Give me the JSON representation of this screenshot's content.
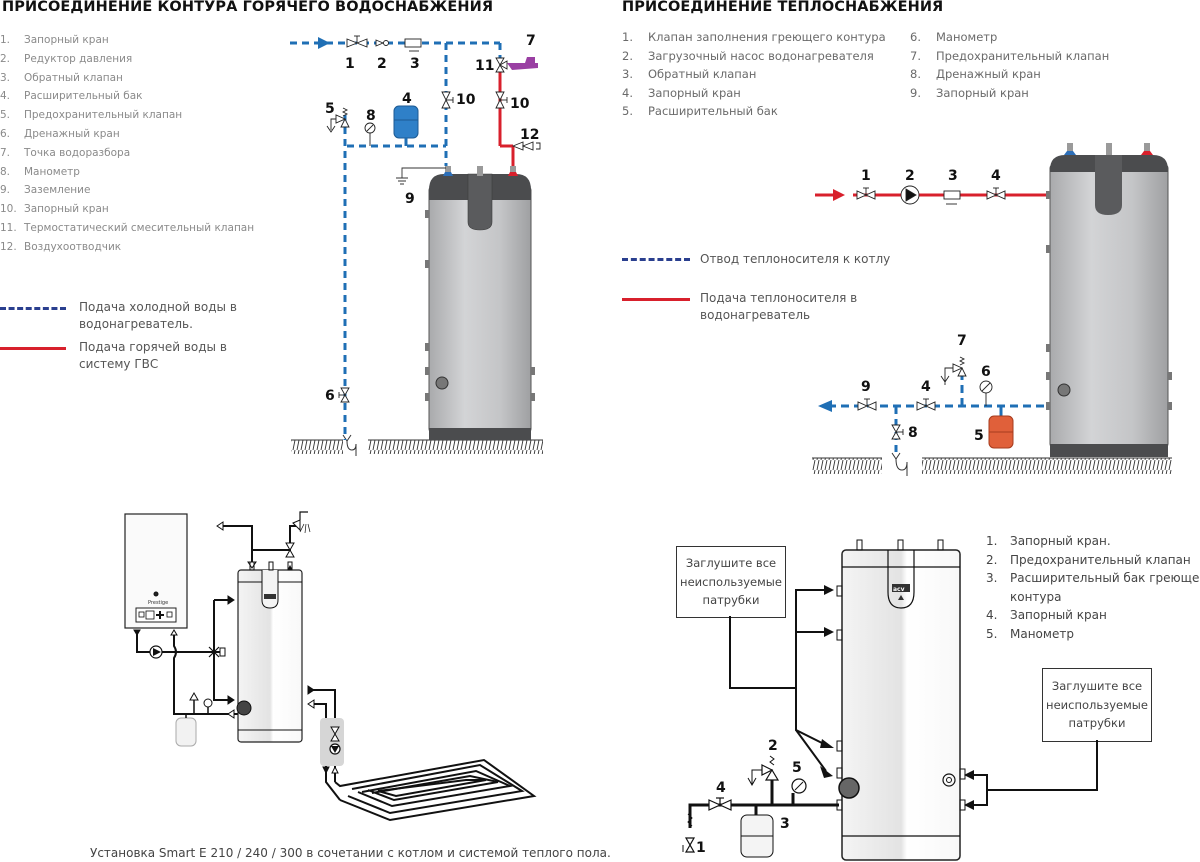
{
  "hot_water_section": {
    "title": "ПРИСОЕДИНЕНИЕ КОНТУРА ГОРЯЧЕГО ВОДОСНАБЖЕНИЯ",
    "items": [
      {
        "num": "1.",
        "label": "Запорный кран"
      },
      {
        "num": "2.",
        "label": "Редуктор давления"
      },
      {
        "num": "3.",
        "label": "Обратный клапан"
      },
      {
        "num": "4.",
        "label": "Расширительный бак"
      },
      {
        "num": "5.",
        "label": "Предохранительный клапан"
      },
      {
        "num": "6.",
        "label": "Дренажный кран"
      },
      {
        "num": "7.",
        "label": "Точка водоразбора"
      },
      {
        "num": "8.",
        "label": "Манометр"
      },
      {
        "num": "9.",
        "label": "Заземление"
      },
      {
        "num": "10.",
        "label": "Запорный кран"
      },
      {
        "num": "11.",
        "label": "Термостатический смесительный клапан"
      },
      {
        "num": "12.",
        "label": "Воздухоотводчик"
      }
    ],
    "legend": [
      {
        "style": "dashed",
        "color": "#2a3f8f",
        "label_line1": "Подача холодной воды в",
        "label_line2": "водонагреватель."
      },
      {
        "style": "solid",
        "color": "#d8202c",
        "label_line1": "Подача горячей воды в",
        "label_line2": "систему ГВС"
      }
    ],
    "diagram_labels": {
      "n1": "1",
      "n2": "2",
      "n3": "3",
      "n4": "4",
      "n5": "5",
      "n6": "6",
      "n7": "7",
      "n8": "8",
      "n9": "9",
      "n10a": "10",
      "n10b": "10",
      "n11": "11",
      "n12": "12"
    }
  },
  "heating_section": {
    "title": "ПРИСОЕДИНЕНИЕ ТЕПЛОСНАБЖЕНИЯ",
    "items_col1": [
      {
        "num": "1.",
        "label": "Клапан заполнения греющего контура"
      },
      {
        "num": "2.",
        "label": "Загрузочный насос водонагревателя"
      },
      {
        "num": "3.",
        "label": "Обратный клапан"
      },
      {
        "num": "4.",
        "label": "Запорный кран"
      },
      {
        "num": "5.",
        "label": "Расширительный бак"
      }
    ],
    "items_col2": [
      {
        "num": "6.",
        "label": "Манометр"
      },
      {
        "num": "7.",
        "label": "Предохранительный клапан"
      },
      {
        "num": "8.",
        "label": "Дренажный кран"
      },
      {
        "num": "9.",
        "label": "Запорный кран"
      }
    ],
    "legend": [
      {
        "style": "dashed",
        "color": "#2a3f8f",
        "label_line1": "Отвод теплоносителя к котлу",
        "label_line2": ""
      },
      {
        "style": "solid",
        "color": "#d8202c",
        "label_line1": "Подача теплоносителя в",
        "label_line2": "водонагреватель"
      }
    ],
    "diagram_labels": {
      "n1": "1",
      "n2": "2",
      "n3": "3",
      "n4a": "4",
      "n4b": "4",
      "n5": "5",
      "n6": "6",
      "n7": "7",
      "n8": "8",
      "n9": "9"
    }
  },
  "floor_heating_section": {
    "caption": "Установка Smart E 210 / 240 / 300 в сочетании с котлом и системой теплого пола.",
    "boiler_brand": "Prestige"
  },
  "plug_section": {
    "items": [
      {
        "num": "1.",
        "label": "Запорный кран."
      },
      {
        "num": "2.",
        "label": "Предохранительный клапан"
      },
      {
        "num": "3.",
        "label": "Расширительный бак греющего"
      },
      {
        "num": "",
        "label": "контура"
      },
      {
        "num": "4.",
        "label": "Запорный кран"
      },
      {
        "num": "5.",
        "label": "Манометр"
      }
    ],
    "note_left": {
      "line1": "Заглушите все",
      "line2": "неиспользуемые",
      "line3": "патрубки"
    },
    "note_right": {
      "line1": "Заглушите все",
      "line2": "неиспользуемые",
      "line3": "патрубки"
    },
    "diagram_labels": {
      "n1": "1",
      "n2": "2",
      "n3": "3",
      "n4": "4",
      "n5": "5"
    },
    "tank_brand": "acv"
  },
  "colors": {
    "cold_pipe": "#1f6fb5",
    "hot_pipe": "#d8202c",
    "tank_body": "#c8c9cb",
    "tank_dark": "#4a4b4d",
    "expansion_blue": "#2f80c8",
    "expansion_red": "#e0603a",
    "tap_purple": "#9a3fa3"
  }
}
